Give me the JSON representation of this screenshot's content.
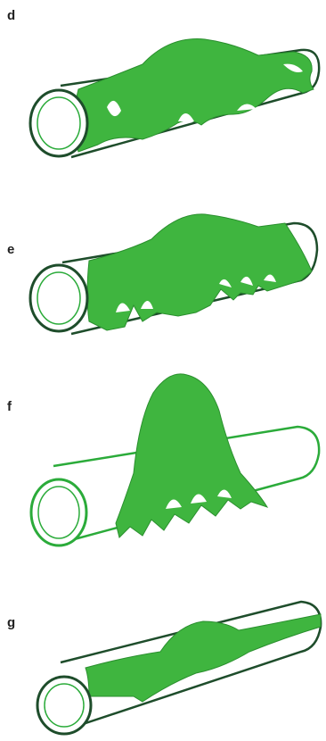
{
  "panels": [
    {
      "label": "d"
    },
    {
      "label": "e"
    },
    {
      "label": "f"
    },
    {
      "label": "g"
    }
  ],
  "colors": {
    "cell_fill": "#3fb53f",
    "cell_shade": "#2a8f2e",
    "tube_outline_dark": "#1e4d2b",
    "tube_outline_green": "#2bab3a",
    "background": "#ffffff"
  }
}
